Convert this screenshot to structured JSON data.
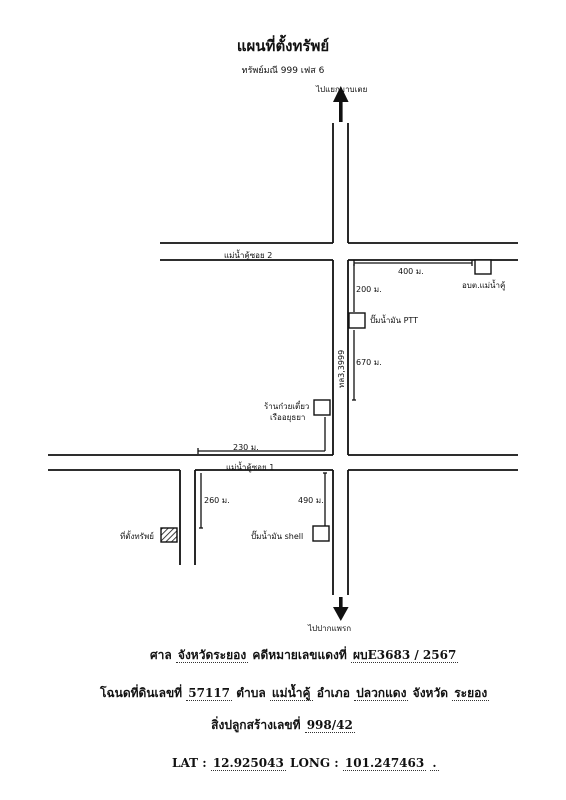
{
  "title": "แผนที่ตั้งทรัพย์",
  "subtitle": "ทรัพย์มณี 999 เฟส 6",
  "map": {
    "north_dest": "ไปแยกมาบเตย",
    "south_dest": "ไปปากแพรก",
    "road_soi2": "แม่น้ำคู้ซอย 2",
    "road_soi1": "แม่น้ำคู้ซอย 1",
    "highway": "ทล3,3999",
    "d_400": "400 ม.",
    "d_200": "200 ม.",
    "d_670": "670 ม.",
    "d_230": "230 ม.",
    "d_260": "260 ม.",
    "d_490": "490 ม.",
    "obt": "อบต.แม่น้ำคู้",
    "ptt": "ปั๊มน้ำมัน PTT",
    "noodle_1": "ร้านก๋วยเตี๋ยว",
    "noodle_2": "เรืออยุธยา",
    "shell": "ปั๊มน้ำมัน shell",
    "property": "ที่ตั้งทรัพย์"
  },
  "footer": {
    "court_label": "ศาล",
    "court_value": "จังหวัดระยอง",
    "case_label": "คดีหมายเลขแดงที่",
    "case_value": "ผบE3683 / 2567",
    "deed_label": "โฉนดที่ดินเลขที่",
    "deed_value": "57117",
    "tambon_label": "ตำบล",
    "tambon_value": "แม่น้ำคู้",
    "amphoe_label": "อำเภอ",
    "amphoe_value": "ปลวกแดง",
    "province_label": "จังหวัด",
    "province_value": "ระยอง",
    "building_label": "สิ่งปลูกสร้างเลขที่",
    "building_value": "998/42",
    "lat_label": "LAT :",
    "lat_value": "12.925043",
    "long_label": "LONG :",
    "long_value": "101.247463",
    "trail": "."
  }
}
